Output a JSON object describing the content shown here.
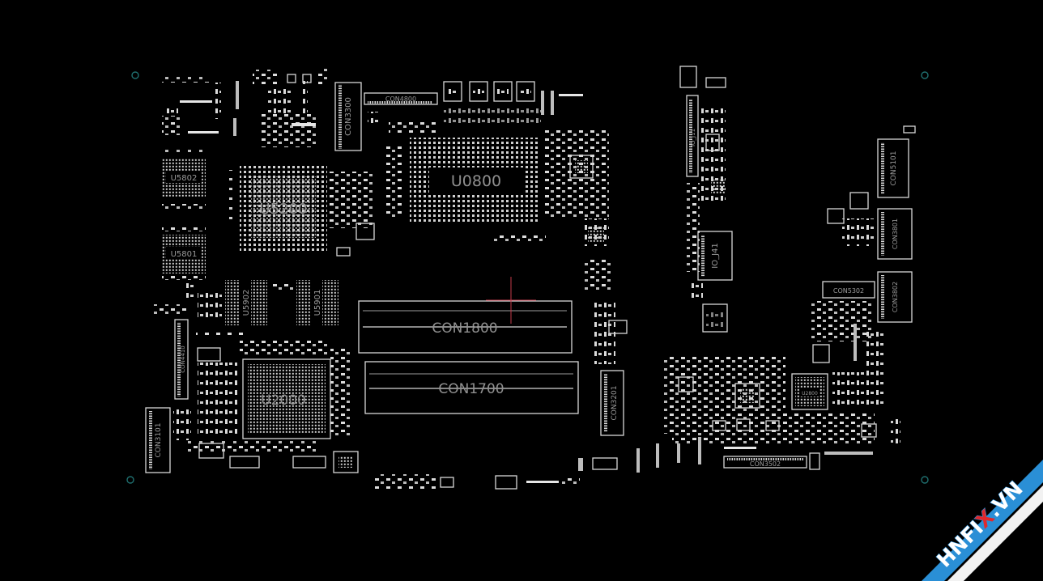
{
  "board": {
    "components": {
      "u0800": "U0800",
      "u5200": "U5200",
      "u2000": "U2000",
      "u5802": "U5802",
      "u5801": "U5801",
      "u5902": "U5902",
      "u5901": "U5901",
      "u2800": "U2800",
      "con1800": "CON1800",
      "con1700": "CON1700",
      "con4800": "CON4800",
      "con3300": "CON3300",
      "con4410": "CON4410",
      "con3101": "CON3101",
      "con3201": "CON3201",
      "con3502": "CON3502",
      "con5101": "CON5101",
      "con3801": "CON3801",
      "con3802": "CON3802",
      "con5302": "CON5302",
      "io_j11": "IO_J11",
      "io_j41": "IO_J41"
    },
    "colors": {
      "background": "#000000",
      "trace": "#d8d8d8",
      "label": "#9a9a9a",
      "mounting_hole": "#1f6f6f",
      "cursor": "#c43a4a",
      "watermark_blue": "#2a8fd6",
      "watermark_red": "#e0282c"
    }
  },
  "watermark": {
    "text_left": "HNFI",
    "text_x": "X",
    "text_right": ".VN"
  }
}
